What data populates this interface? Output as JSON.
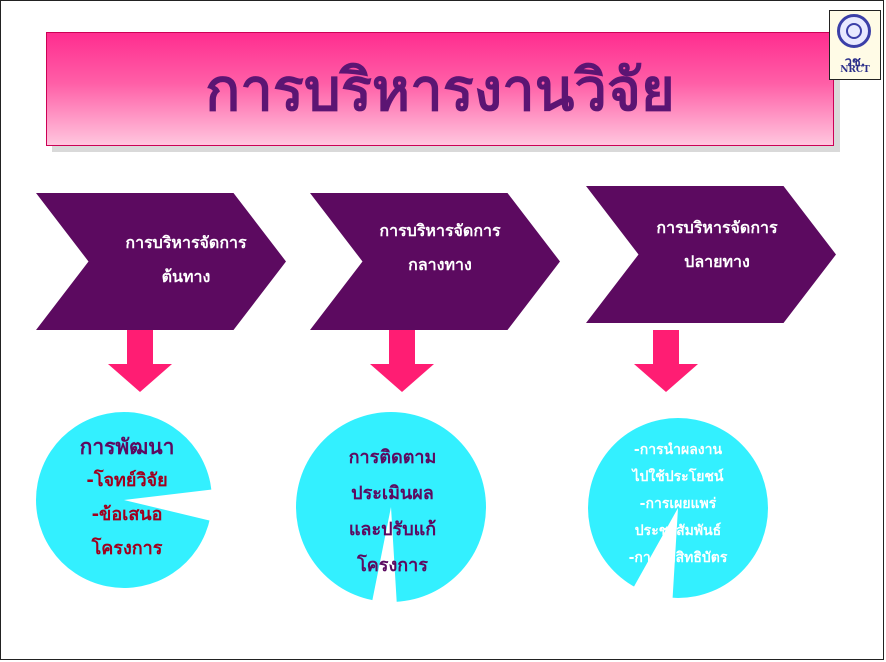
{
  "title": "การบริหารงานวิจัย",
  "logo": {
    "line1": "วช.",
    "line2": "NRCT"
  },
  "stages": [
    {
      "line1": "การบริหารจัดการ",
      "line2": "ต้นทาง"
    },
    {
      "line1": "การบริหารจัดการ",
      "line2": "กลางทาง"
    },
    {
      "line1": "การบริหารจัดการ",
      "line2": "ปลายทาง"
    }
  ],
  "circles": [
    {
      "heading": "การพัฒนา",
      "lines": [
        "-โจทย์วิจัย",
        "-ข้อเสนอ",
        "โครงการ"
      ]
    },
    {
      "lines": [
        "การติดตาม",
        "ประเมินผล",
        "และปรับแก้",
        "โครงการ"
      ]
    },
    {
      "lines": [
        "-การนำผลงาน",
        "ไปใช้ประโยชน์",
        "-การเผยแพร่",
        "ประชาสัมพันธ์",
        "-การจดสิทธิบัตร"
      ]
    }
  ],
  "colors": {
    "banner": "#ff4fa0",
    "title_text": "#5c1573",
    "chevron": "#5c0a60",
    "arrow": "#ff1d73",
    "circle": "#33f0ff",
    "circle1_heading": "#5c0a60",
    "circle1_items": "#a0001e",
    "circle2_text": "#5c0a60",
    "circle3_text": "#ffffff"
  }
}
